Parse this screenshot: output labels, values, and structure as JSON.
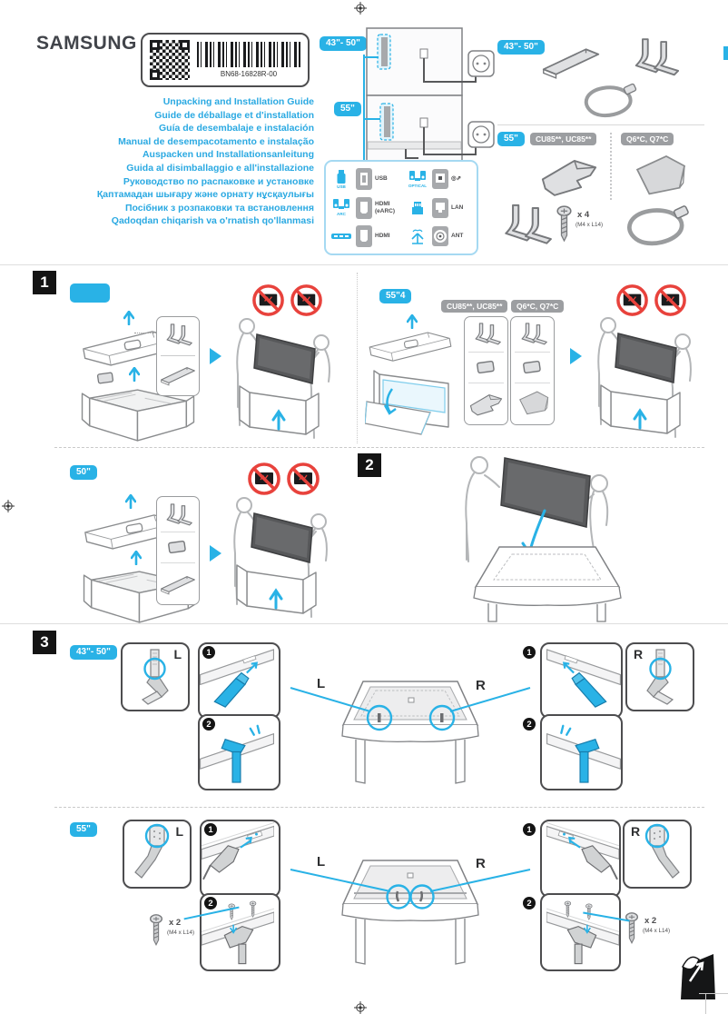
{
  "brand": "SAMSUNG",
  "label": {
    "part_number": "BN68-16828R-00"
  },
  "titles": [
    "Unpacking and Installation Guide",
    "Guide de déballage et d'installation",
    "Guía de desembalaje e instalación",
    "Manual de desempacotamento e instalação",
    "Auspacken und Installationsanleitung",
    "Guida al disimballaggio e all'installazione",
    "Руководство по распаковке и установке",
    "Қаптамадан шығару және орнату нұсқаулығы",
    "Посібник з розпаковки та встановлення",
    "Qadoqdan chiqarish va o'rnatish qo'llanmasi"
  ],
  "colors": {
    "accent_blue": "#29b2e6",
    "badge_gray": "#9c9ea1",
    "prohibit_red": "#e8423c"
  },
  "connections": {
    "sizes": {
      "small": "43\"- 50\"",
      "large": "55\""
    },
    "ports": {
      "left": [
        {
          "device": "USB",
          "label": "USB"
        },
        {
          "device": "ARC",
          "label": "HDMI (eARC)"
        },
        {
          "device": "",
          "label": "HDMI"
        }
      ],
      "right": [
        {
          "device": "OPTICAL",
          "label": "◎⇗"
        },
        {
          "device": "",
          "label": "LAN"
        },
        {
          "device": "",
          "label": "ANT"
        }
      ]
    }
  },
  "accessories": {
    "size_small": "43\"- 50\"",
    "size_large": "55\"",
    "models_a": "CU85**, UC85**",
    "models_b": "Q6*C, Q7*C",
    "screw_count": "x 4",
    "screw_spec": "(M4 x L14)"
  },
  "steps": {
    "one": {
      "number": "1",
      "badge_left": "",
      "badge_right": "55\"4",
      "models_a": "CU85**, UC85**",
      "models_b": "Q6*C, Q7*C",
      "badge_50": "50\""
    },
    "two": {
      "number": "2"
    },
    "three": {
      "number": "3",
      "size_small": "43\"- 50\"",
      "size_large": "55\"",
      "left_marker": "L",
      "right_marker": "R",
      "substep_1": "1",
      "substep_2": "2",
      "screw_count": "x 2",
      "screw_spec": "(M4 x L14)"
    }
  }
}
